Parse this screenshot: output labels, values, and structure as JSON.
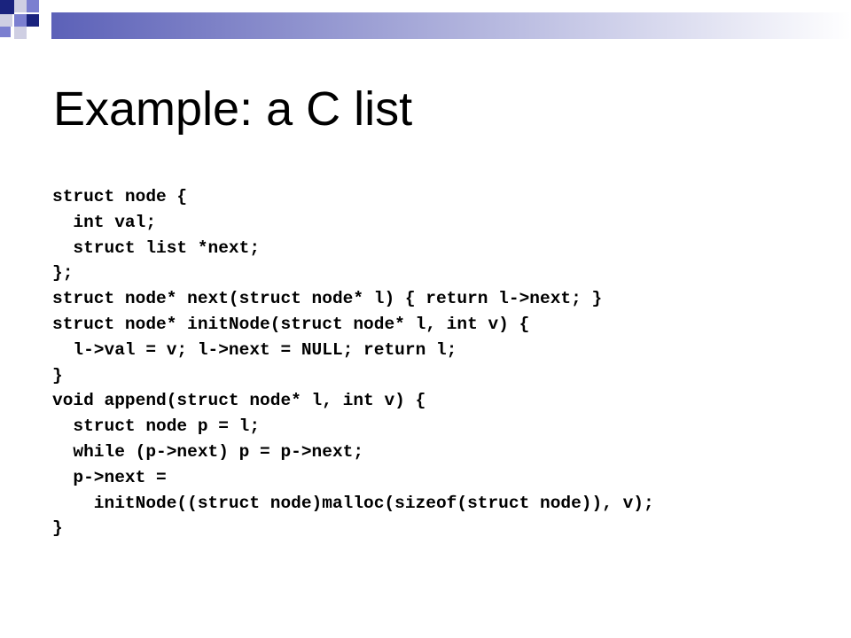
{
  "theme": {
    "navy": "#1a237e",
    "mid_blue": "#7b7fd0",
    "light_gray": "#cfcfe3",
    "bar_start": "#5c61b8",
    "bar_end": "#ffffff"
  },
  "slide": {
    "title": "Example: a C list",
    "code_lines": [
      "struct node {",
      "  int val;",
      "  struct list *next;",
      "};",
      "struct node* next(struct node* l) { return l->next; }",
      "struct node* initNode(struct node* l, int v) {",
      "  l->val = v; l->next = NULL; return l;",
      "}",
      "void append(struct node* l, int v) {",
      "  struct node p = l;",
      "  while (p->next) p = p->next;",
      "  p->next =",
      "    initNode((struct node)malloc(sizeof(struct node)), v);",
      "}"
    ]
  }
}
